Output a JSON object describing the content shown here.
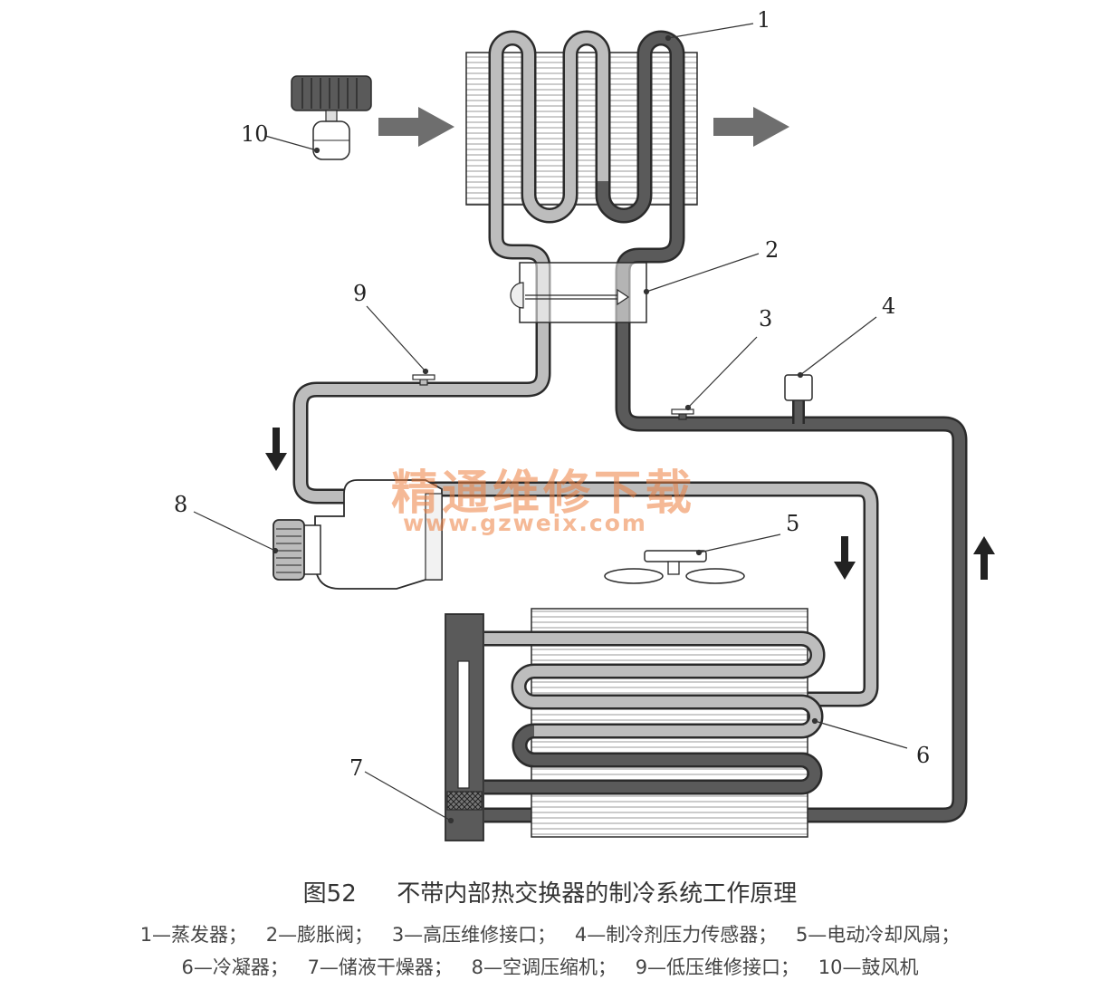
{
  "diagram": {
    "callouts": [
      "1",
      "2",
      "3",
      "4",
      "5",
      "6",
      "7",
      "8",
      "9",
      "10"
    ],
    "watermark": {
      "text": "精通维修下载",
      "url": "www.gzweix.com"
    },
    "caption": {
      "figure": "图52",
      "title": "不带内部热交换器的制冷系统工作原理",
      "legend_line1": [
        "1—蒸发器；",
        "2—膨胀阀；",
        "3—高压维修接口；",
        "4—制冷剂压力传感器；",
        "5—电动冷却风扇；"
      ],
      "legend_line2": [
        "6—冷凝器；",
        "7—储液干燥器；",
        "8—空调压缩机；",
        "9—低压维修接口；",
        "10—鼓风机"
      ]
    },
    "colors": {
      "low_pressure_pipe": "#bdbdbd",
      "high_pressure_pipe": "#5a5a5a",
      "outline": "#2b2b2b",
      "arrow": "#6e6e6e"
    }
  }
}
